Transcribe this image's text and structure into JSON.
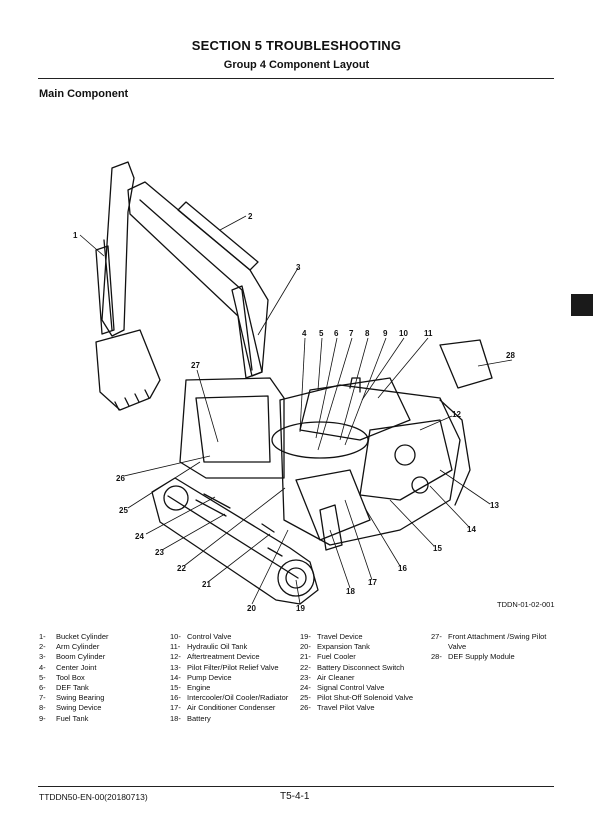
{
  "header": {
    "section_title": "SECTION 5 TROUBLESHOOTING",
    "group_title": "Group 4 Component Layout"
  },
  "section_heading": "Main Component",
  "figure": {
    "callouts": [
      "1",
      "2",
      "3",
      "4",
      "5",
      "6",
      "7",
      "8",
      "9",
      "10",
      "11",
      "12",
      "13",
      "14",
      "15",
      "16",
      "17",
      "18",
      "19",
      "20",
      "21",
      "22",
      "23",
      "24",
      "25",
      "26",
      "27",
      "28"
    ],
    "figure_code": "TDDN-01-02-001"
  },
  "legend": {
    "col1": [
      {
        "num": "1-",
        "text": "Bucket Cylinder"
      },
      {
        "num": "2-",
        "text": "Arm Cylinder"
      },
      {
        "num": "3-",
        "text": "Boom Cylinder"
      },
      {
        "num": "4-",
        "text": "Center Joint"
      },
      {
        "num": "5-",
        "text": "Tool Box"
      },
      {
        "num": "6-",
        "text": "DEF Tank"
      },
      {
        "num": "7-",
        "text": "Swing Bearing"
      },
      {
        "num": "8-",
        "text": "Swing Device"
      },
      {
        "num": "9-",
        "text": "Fuel Tank"
      }
    ],
    "col2": [
      {
        "num": "10-",
        "text": "Control Valve"
      },
      {
        "num": "11-",
        "text": "Hydraulic Oil Tank"
      },
      {
        "num": "12-",
        "text": "Aftertreatment Device"
      },
      {
        "num": "13-",
        "text": "Pilot Filter/Pilot Relief Valve"
      },
      {
        "num": "14-",
        "text": "Pump Device"
      },
      {
        "num": "15-",
        "text": "Engine"
      },
      {
        "num": "16-",
        "text": "Intercooler/Oil Cooler/Radiator"
      },
      {
        "num": "17-",
        "text": "Air Conditioner Condenser"
      },
      {
        "num": "18-",
        "text": "Battery"
      }
    ],
    "col3": [
      {
        "num": "19-",
        "text": "Travel Device"
      },
      {
        "num": "20-",
        "text": "Expansion Tank"
      },
      {
        "num": "21-",
        "text": "Fuel Cooler"
      },
      {
        "num": "22-",
        "text": "Battery Disconnect Switch"
      },
      {
        "num": "23-",
        "text": "Air Cleaner"
      },
      {
        "num": "24-",
        "text": "Signal Control Valve"
      },
      {
        "num": "25-",
        "text": "Pilot Shut-Off Solenoid Valve"
      },
      {
        "num": "26-",
        "text": "Travel Pilot Valve"
      }
    ],
    "col4": [
      {
        "num": "27-",
        "text": "Front Attachment /Swing Pilot Valve"
      },
      {
        "num": "28-",
        "text": "DEF Supply Module"
      }
    ]
  },
  "footer": {
    "doc_code": "TTDDN50-EN-00(20180713)",
    "page_number": "T5-4-1"
  }
}
